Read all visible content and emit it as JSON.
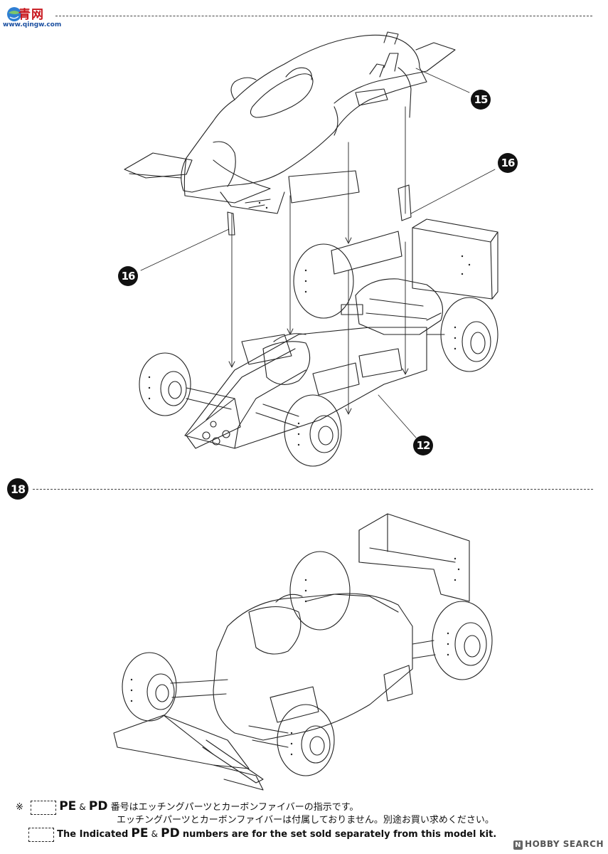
{
  "watermark": {
    "site_name": "青网",
    "site_url": "www.qingw.com"
  },
  "callouts": {
    "part_15": "15",
    "part_16_right": "16",
    "part_16_left": "16",
    "part_12": "12"
  },
  "step": {
    "number": "18"
  },
  "note": {
    "mark": "※",
    "pe_label": "PE",
    "amp": "&",
    "pd_label": "PD",
    "jp_line1": "番号はエッチングパーツとカーボンファイバーの指示です。",
    "jp_line2": "エッチングパーツとカーボンファイバーは付属しておりません。別途お買い求めください。",
    "en_prefix": "The Indicated",
    "en_suffix": "numbers are for the set sold separately from this model kit."
  },
  "brand": {
    "badge": "N",
    "name": "HOBBY SEARCH"
  }
}
